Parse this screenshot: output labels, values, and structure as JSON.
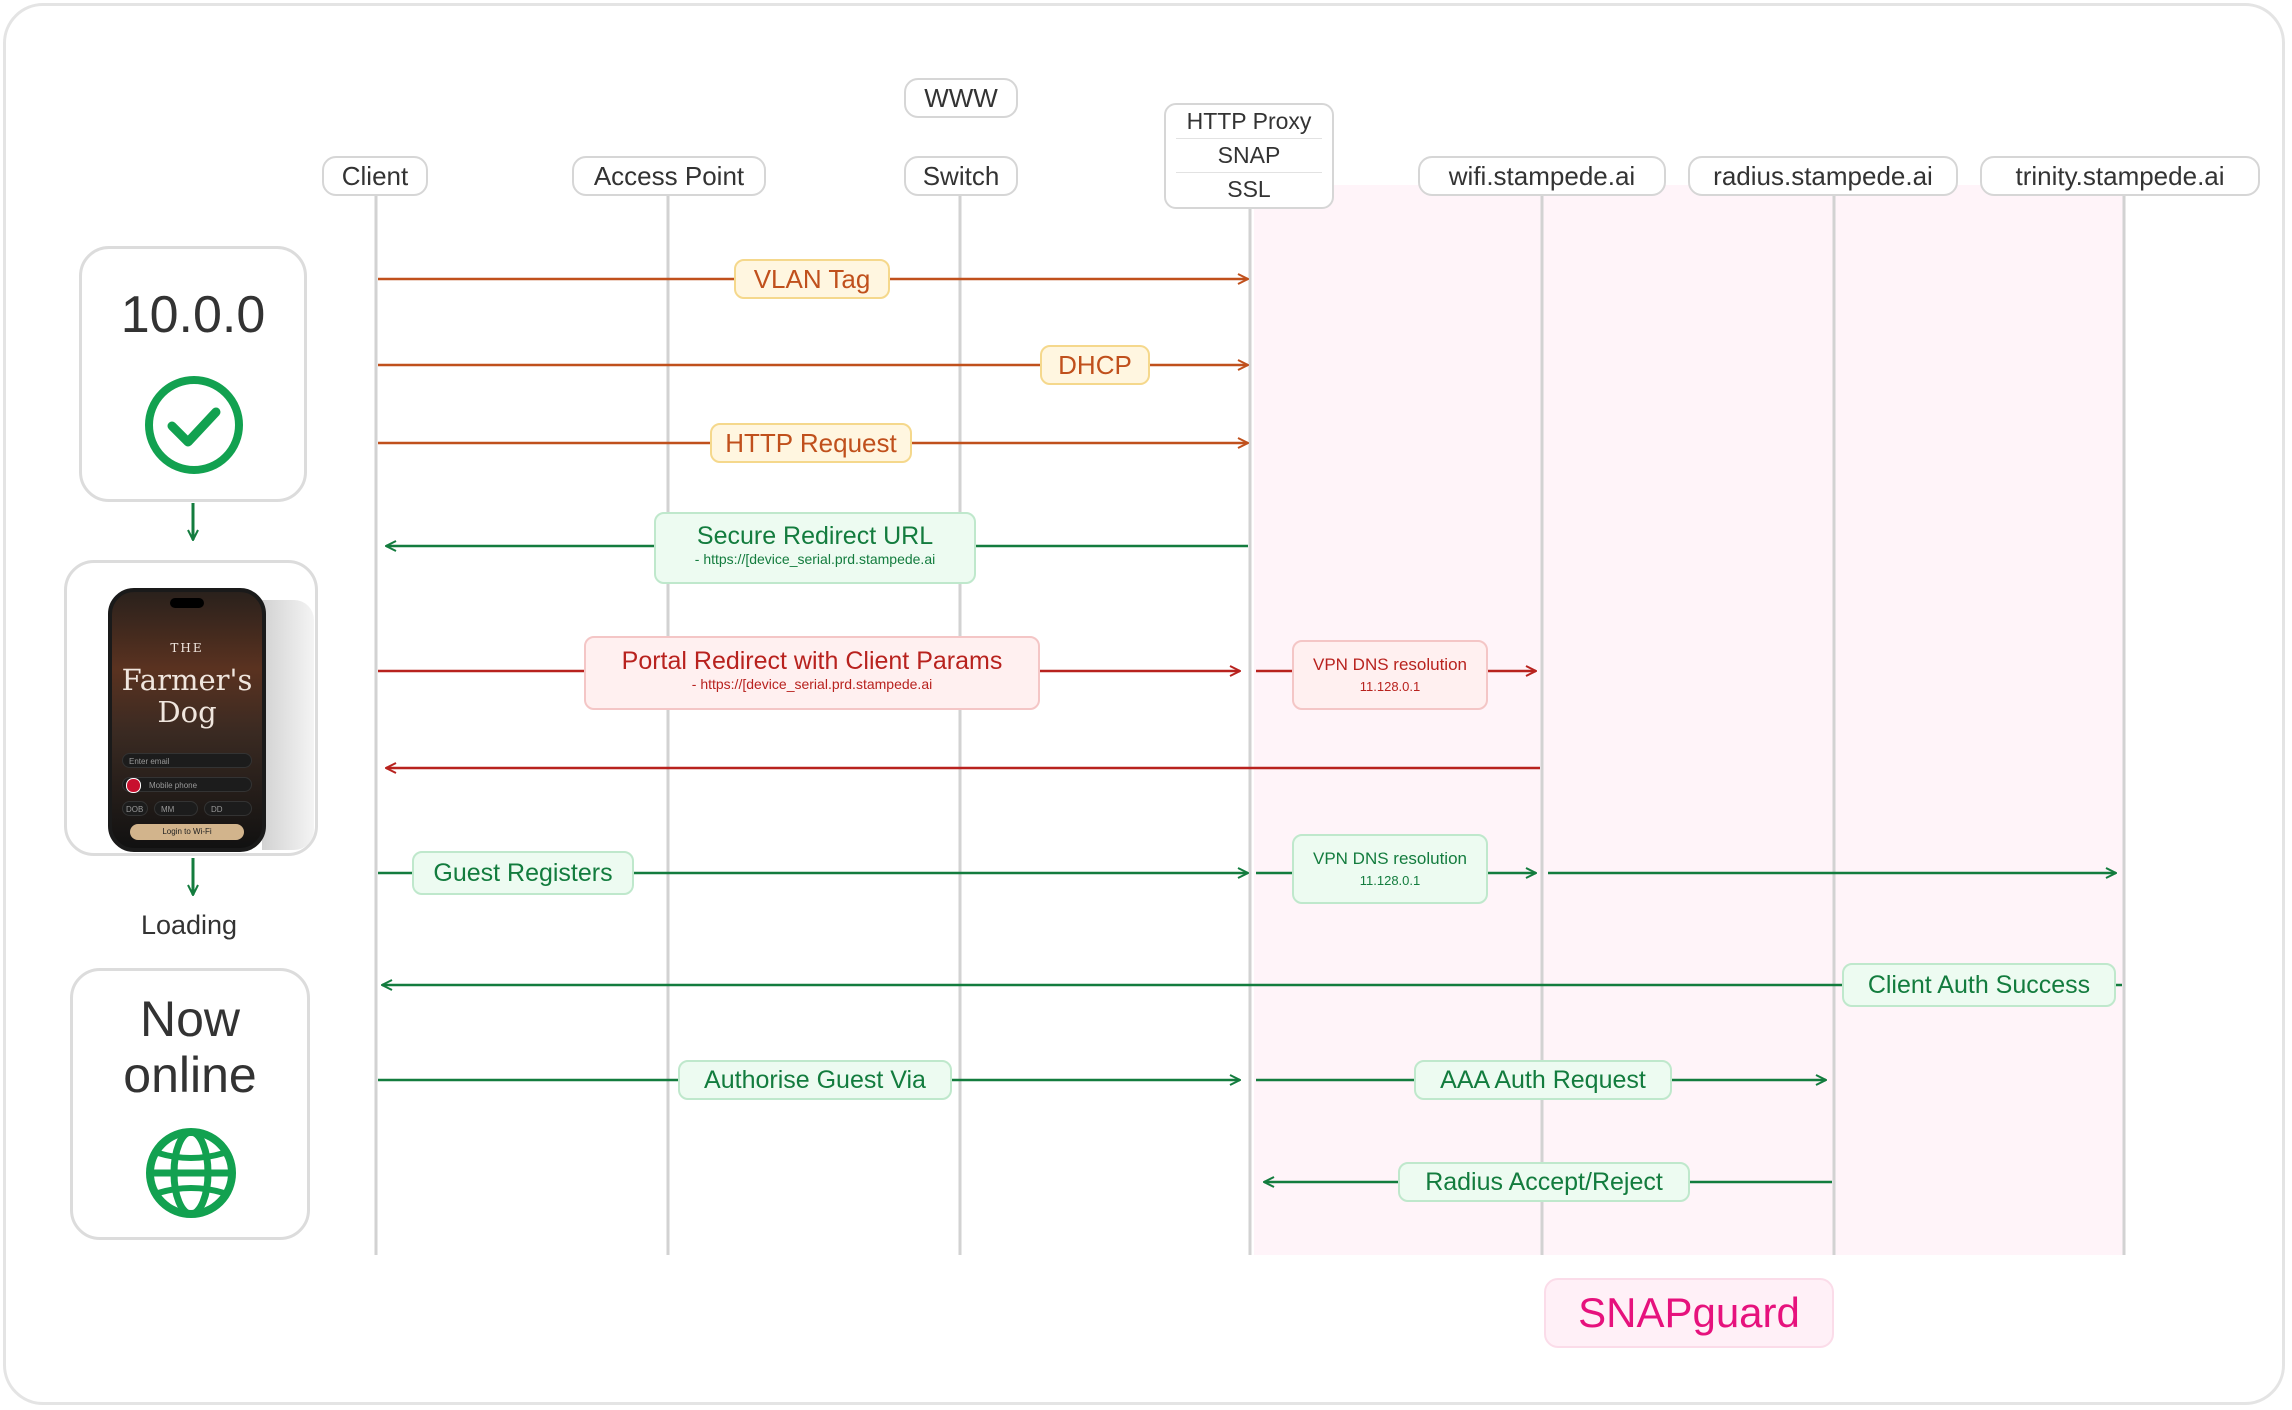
{
  "participants": [
    {
      "label": "Client"
    },
    {
      "label": "Access Point"
    },
    {
      "label": "Switch",
      "above": "WWW"
    },
    {
      "label": "HTTP Proxy",
      "lines": [
        "HTTP Proxy",
        "SNAP",
        "SSL"
      ]
    },
    {
      "label": "wifi.stampede.ai"
    },
    {
      "label": "radius.stampede.ai"
    },
    {
      "label": "trinity.stampede.ai"
    }
  ],
  "messages": [
    {
      "label": "VLAN Tag",
      "style": "orange"
    },
    {
      "label": "DHCP",
      "style": "orange"
    },
    {
      "label": "HTTP Request",
      "style": "orange"
    },
    {
      "label": "Secure Redirect URL",
      "sub": "- https://[device_serial.prd.stampede.ai",
      "style": "green"
    },
    {
      "label": "Portal Redirect with Client Params",
      "sub": "- https://[device_serial.prd.stampede.ai",
      "style": "red"
    },
    {
      "label": "VPN DNS resolution",
      "sub": "11.128.0.1",
      "style": "red"
    },
    {
      "label": "Guest Registers",
      "style": "green"
    },
    {
      "label": "VPN DNS resolution",
      "sub": "11.128.0.1",
      "style": "green"
    },
    {
      "label": "Client Auth Success",
      "style": "green"
    },
    {
      "label": "Authorise Guest Via",
      "style": "green"
    },
    {
      "label": "AAA Auth Request",
      "style": "green"
    },
    {
      "label": "Radius Accept/Reject",
      "style": "green"
    }
  ],
  "status_panel": {
    "ip": "10.0.0",
    "loading": "Loading",
    "online_line1": "Now",
    "online_line2": "online"
  },
  "phone": {
    "brand_small": "THE",
    "brand_line1": "Farmer's",
    "brand_line2": "Dog",
    "email_placeholder": "Enter email",
    "phone_placeholder": "Mobile phone",
    "dob_label": "DOB",
    "month_placeholder": "MM",
    "day_placeholder": "DD",
    "login_label": "Login to Wi-Fi"
  },
  "footer_badge": "SNAPguard",
  "colors": {
    "orange_arrow": "#c0501c",
    "red_arrow": "#b8221e",
    "green_arrow": "#137c3e",
    "green_icon": "#12a150",
    "snapguard_pink": "#e6127d",
    "zone_pink": "#fff0f7"
  }
}
